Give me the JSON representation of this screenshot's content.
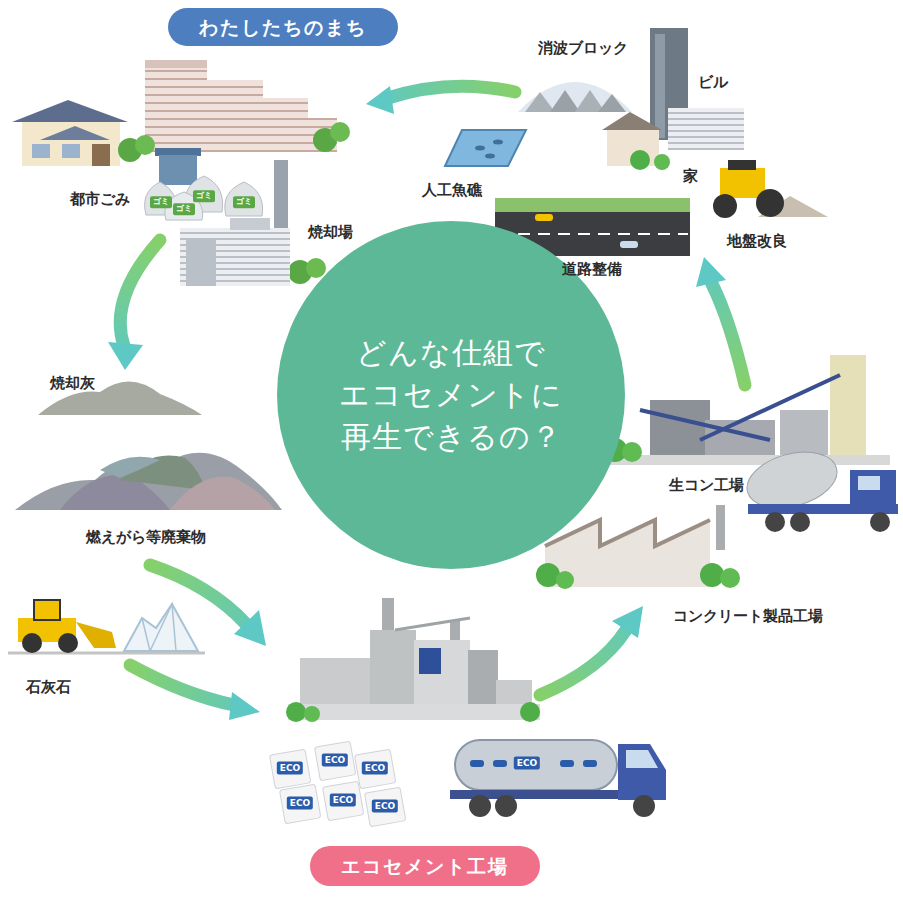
{
  "diagram": {
    "nodes": [
      {
        "text": [
          "わたしたちのまち"
        ]
      },
      {
        "text": [
          "どんな仕組で エコセメントに 再生できるの？"
        ]
      },
      {
        "text": [
          "エコセメント工場"
        ]
      }
    ],
    "labels": [
      "消波ブロック",
      "ビル",
      "家",
      "人工魚礁",
      "地盤改良",
      "道路整備",
      "都市ごみ",
      "焼却場",
      "ゴミ",
      "ゴミ",
      "ゴミ",
      "ゴミ",
      "焼却灰",
      "燃えがら等廃棄物",
      "石灰石",
      "生コン工場",
      "コンクリート製品工場",
      "ECO",
      "ECO",
      "ECO",
      "ECO",
      "ECO",
      "ECO",
      "ECO"
    ]
  }
}
